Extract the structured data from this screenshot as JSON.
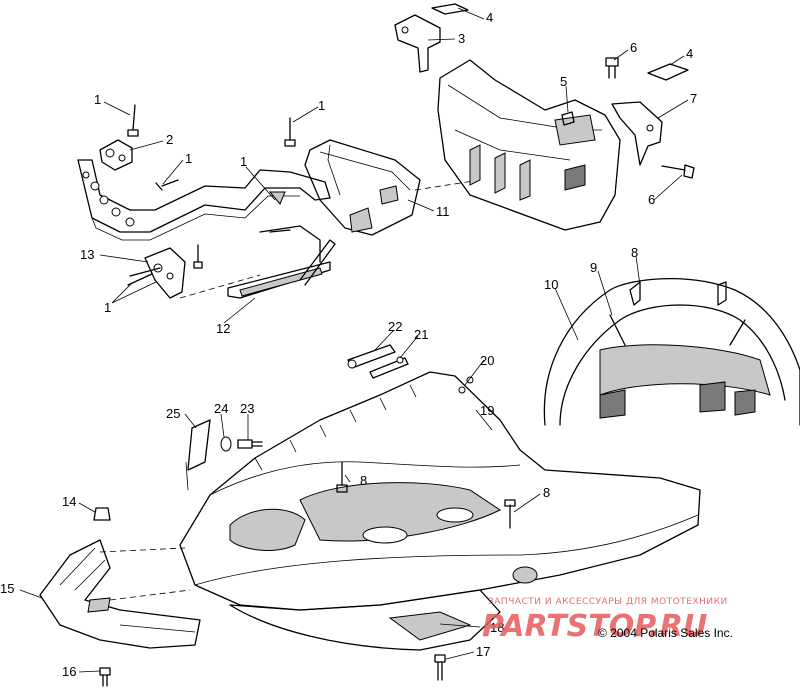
{
  "diagram": {
    "copyright": "© 2004 Polaris Sales Inc.",
    "watermark_small": "ЗАПЧАСТИ И АКСЕССУАРЫ ДЛЯ МОТОТЕХНИКИ",
    "watermark_big": "PARTSTOP.RU",
    "callouts": {
      "c1a": "1",
      "c1b": "1",
      "c1c": "1",
      "c1d": "1",
      "c1e": "1",
      "c2": "2",
      "c3": "3",
      "c4a": "4",
      "c4b": "4",
      "c5": "5",
      "c6a": "6",
      "c6b": "6",
      "c7": "7",
      "c8a": "8",
      "c8b": "8",
      "c8c": "8",
      "c9": "9",
      "c10": "10",
      "c11": "11",
      "c12": "12",
      "c13": "13",
      "c14": "14",
      "c15": "15",
      "c16": "16",
      "c17": "17",
      "c18": "18",
      "c19": "19",
      "c20": "20",
      "c21": "21",
      "c22": "22",
      "c23": "23",
      "c24": "24",
      "c25": "25"
    }
  }
}
